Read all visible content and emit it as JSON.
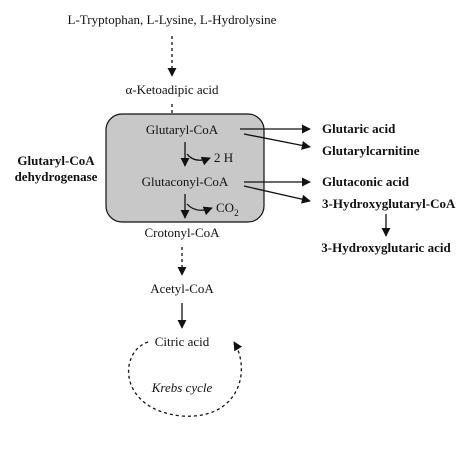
{
  "diagram": {
    "top_substrates": "L-Tryptophan, L-Lysine, L-Hydrolysine",
    "ketoadipic": "α-Ketoadipic acid",
    "glutaryl_coa": "Glutaryl-CoA",
    "two_h": "2 H",
    "glutaconyl_coa": "Glutaconyl-CoA",
    "co2": "CO",
    "co2_sub": "2",
    "crotonyl_coa": "Crotonyl-CoA",
    "acetyl_coa": "Acetyl-CoA",
    "citric_acid": "Citric acid",
    "krebs_cycle": "Krebs cycle",
    "enzyme_line1": "Glutaryl-CoA",
    "enzyme_line2": "dehydrogenase",
    "glutaric_acid": "Glutaric acid",
    "glutarylcarnitine": "Glutarylcarnitine",
    "glutaconic_acid": "Glutaconic acid",
    "hydroxyglutaryl_coa": "3-Hydroxyglutaryl-CoA",
    "hydroxyglutaric_acid": "3-Hydroxyglutaric acid",
    "colors": {
      "box_fill": "#c8c8c8",
      "ink": "#111111",
      "background": "#ffffff"
    }
  }
}
